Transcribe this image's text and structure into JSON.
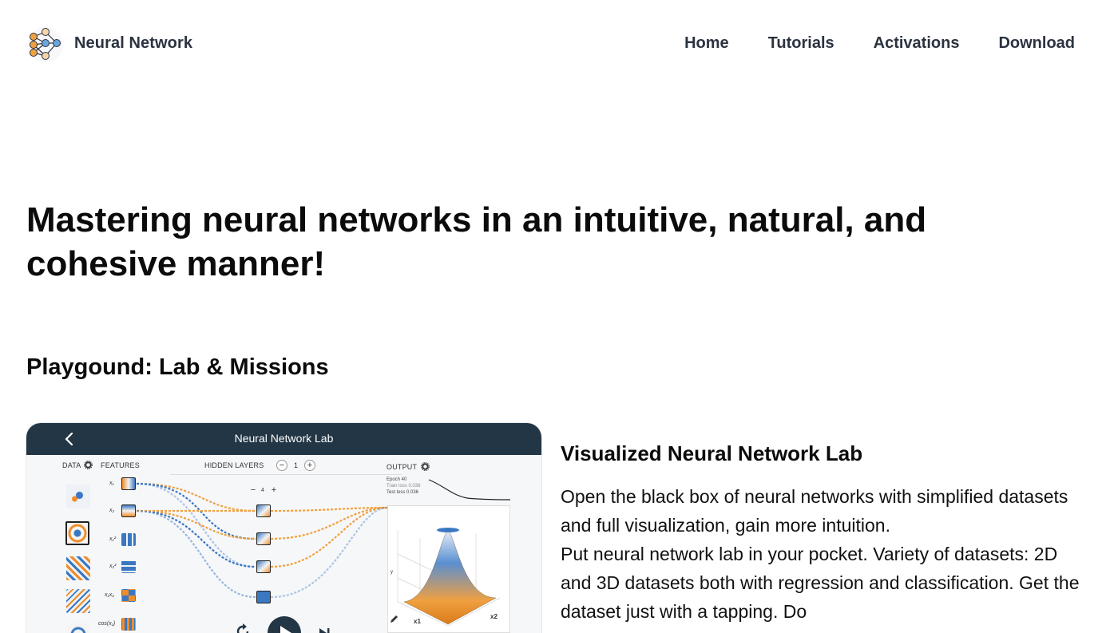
{
  "header": {
    "brand": "Neural Network",
    "nav": [
      "Home",
      "Tutorials",
      "Activations",
      "Download"
    ]
  },
  "hero": {
    "title": "Mastering neural networks in an intuitive, natural, and cohesive manner!"
  },
  "section": {
    "title": "Playgound: Lab & Missions"
  },
  "app": {
    "title": "Neural Network Lab",
    "labels": {
      "data": "DATA",
      "features": "FEATURES",
      "hidden_layers": "HIDDEN LAYERS",
      "layer_count": "1",
      "neuron_count": "4",
      "output": "OUTPUT"
    },
    "stats": {
      "epoch": "Epoch 40",
      "train_loss": "Train loss 0.036",
      "test_loss": "Test loss 0.036"
    },
    "features": [
      "x₁",
      "x₂",
      "x₁²",
      "x₂²",
      "x₁x₂",
      "cos(x₁)"
    ],
    "plot_axes": {
      "x": "x1",
      "y": "y",
      "z": "x2"
    }
  },
  "feature": {
    "title": "Visualized Neural Network Lab",
    "line1": "Open the black box of neural networks with simplified datasets and full visualization, gain more intuition.",
    "line2": "Put neural network lab in your pocket. Variety of datasets: 2D and 3D datasets both with regression and classification. Get the dataset just with a tapping. Do"
  },
  "colors": {
    "app_bar": "#233645",
    "blue": "#3a78c2",
    "orange": "#f08c2a",
    "text_dark": "#2b3340"
  }
}
